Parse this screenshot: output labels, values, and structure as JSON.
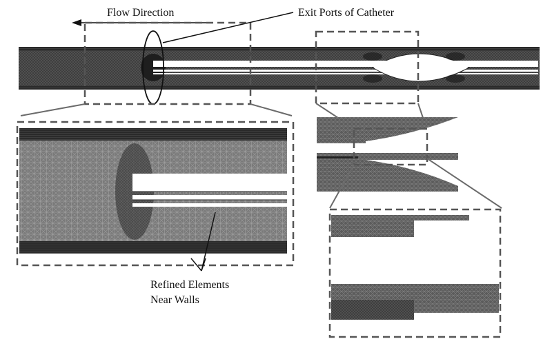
{
  "labels": {
    "flow_direction": "Flow Direction",
    "exit_ports": "Exit Ports of Catheter",
    "refined_line1": "Refined Elements",
    "refined_line2": "Near Walls"
  },
  "colors": {
    "mesh": "#3a3a3a",
    "mesh_dense": "#1e1e1e",
    "dash_box": "#555555",
    "connector": "#6b6b6b",
    "annotation": "#111111"
  }
}
